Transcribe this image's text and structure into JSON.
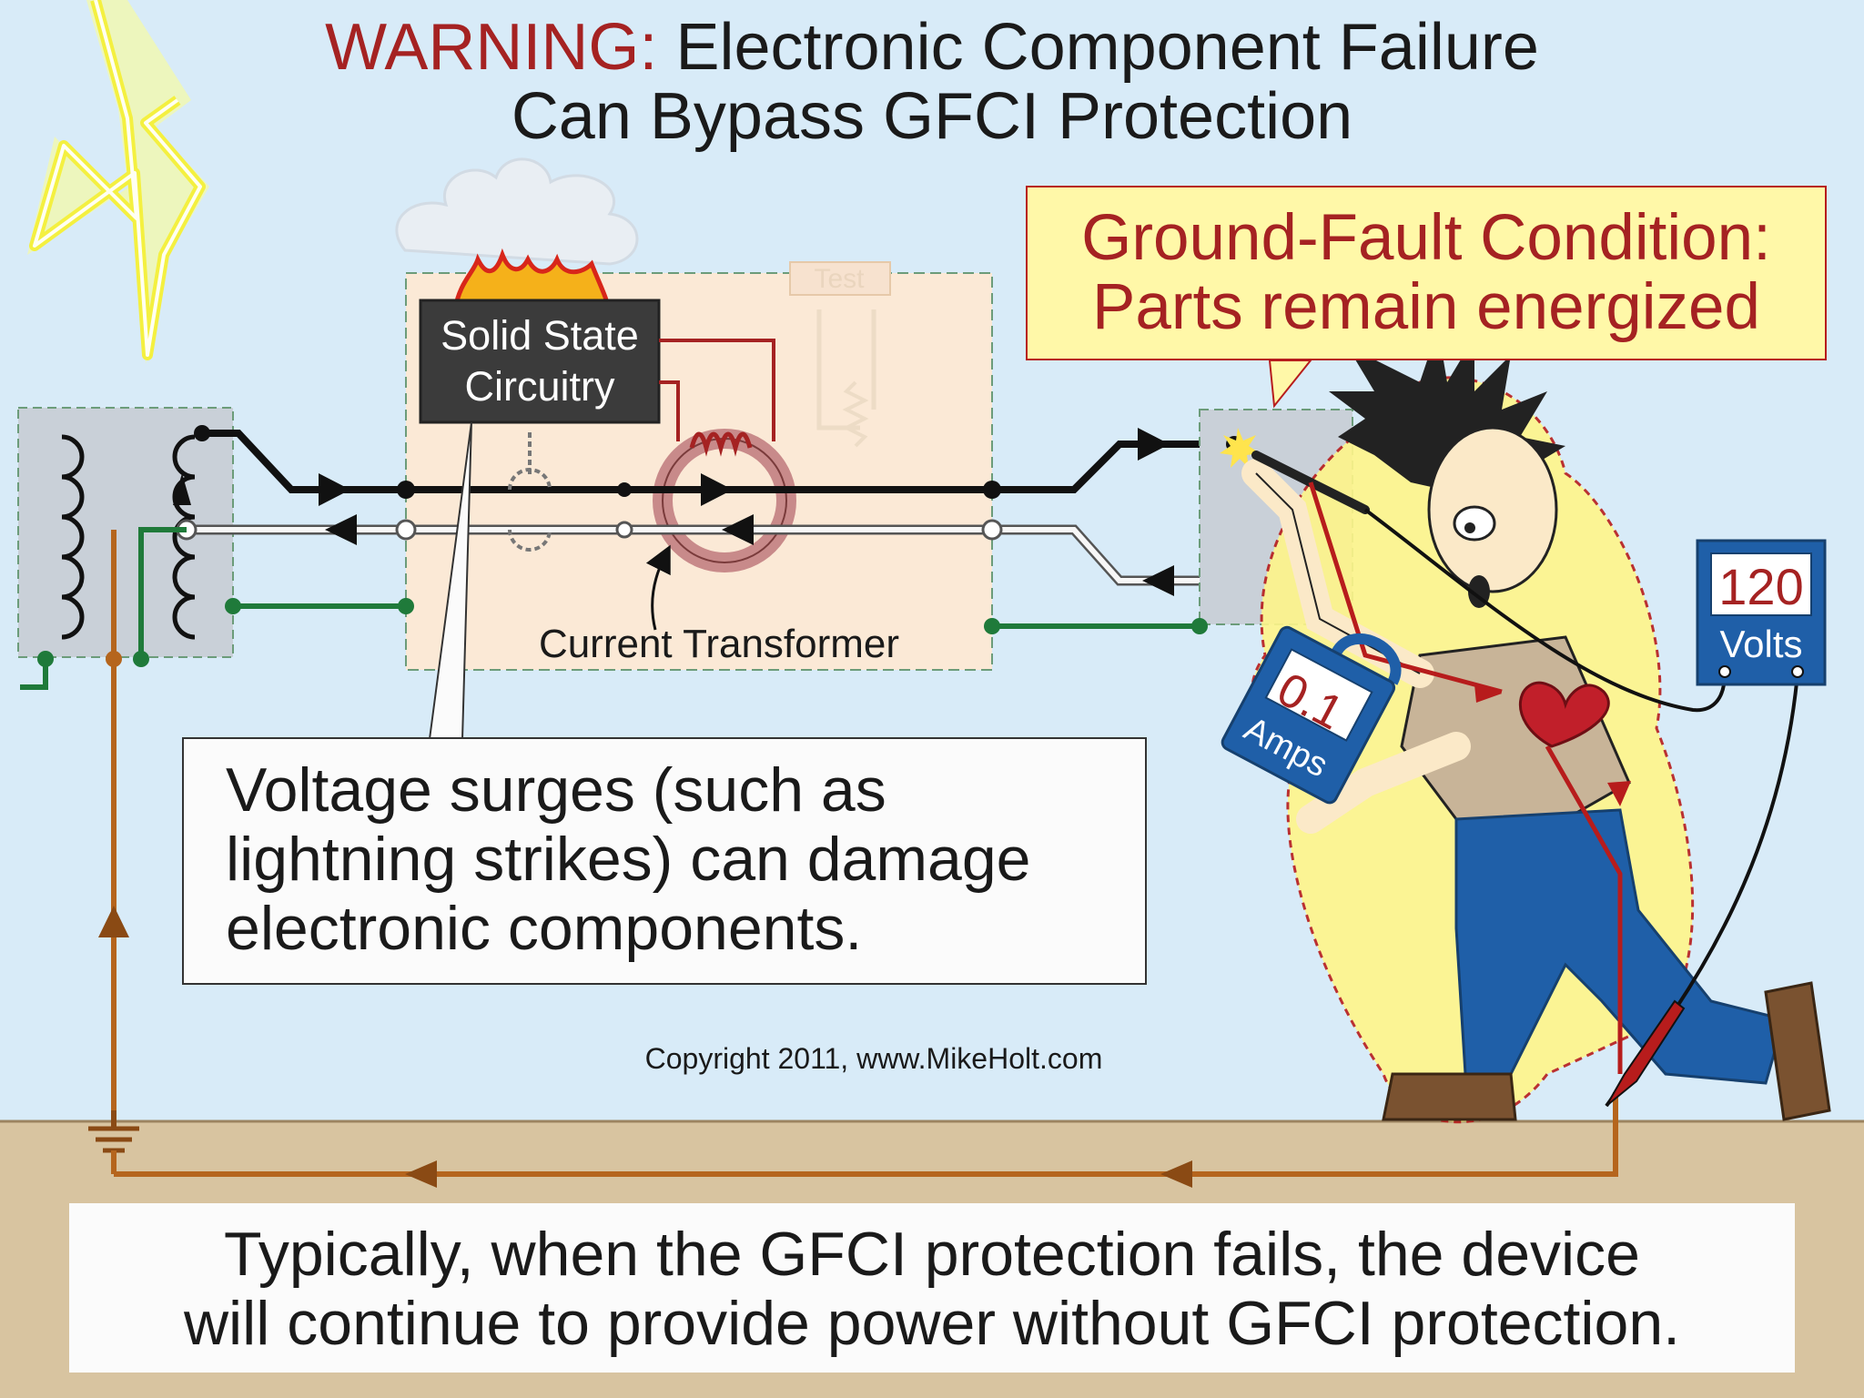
{
  "title": {
    "prefix": "WARNING:",
    "line1_rest": "Electronic Component Failure",
    "line2": "Can Bypass GFCI Protection"
  },
  "callout_ground_fault": {
    "line1": "Ground-Fault Condition:",
    "line2": "Parts remain energized"
  },
  "labels": {
    "solid_state_line1": "Solid State",
    "solid_state_line2": "Circuitry",
    "current_transformer": "Current Transformer",
    "test_button": "Test",
    "copyright": "Copyright 2011, www.MikeHolt.com"
  },
  "meters": {
    "amps_value": "0.1",
    "amps_unit": "Amps",
    "volts_value": "120",
    "volts_unit": "Volts"
  },
  "surge_note": {
    "line1": "Voltage surges (such as",
    "line2": "lightning strikes) can damage",
    "line3": "electronic components."
  },
  "footer_note": {
    "line1": "Typically, when the GFCI protection fails, the device",
    "line2": "will continue to provide power without GFCI protection."
  },
  "colors": {
    "warning_red": "#a52222",
    "sky": "#d8ebf8",
    "ground": "#d8c4a0",
    "ground_wire": "#b5651d",
    "equipment_ground": "#1f7a3a",
    "callout_yellow": "#fff8a8",
    "meter_blue": "#1f5fa8"
  },
  "icons": [
    "lightning-bolt-icon",
    "fire-icon",
    "smoke-icon",
    "heart-icon",
    "ground-symbol-icon",
    "spark-icon"
  ]
}
